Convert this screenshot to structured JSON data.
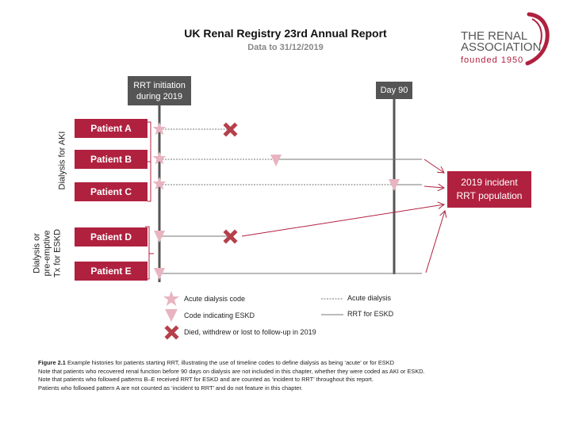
{
  "header": {
    "title": "UK Renal Registry 23rd Annual Report",
    "subtitle": "Data to 31/12/2019"
  },
  "logo": {
    "line1": "THE RENAL",
    "line2": "ASSOCIATION",
    "line3": "founded 1950",
    "color": "#b0213f"
  },
  "timeline": {
    "initiation_label_line1": "RRT initiation",
    "initiation_label_line2": "during 2019",
    "day90_label": "Day 90"
  },
  "groups": {
    "aki": "Dialysis for AKI",
    "eskd_line1": "Dialysis or",
    "eskd_line2": "pre-emptive",
    "eskd_line3": "Tx for ESKD"
  },
  "patients": [
    "Patient A",
    "Patient B",
    "Patient C",
    "Patient D",
    "Patient E"
  ],
  "incident_box": {
    "line1": "2019 incident",
    "line2": "RRT population"
  },
  "legend": {
    "star": "Acute dialysis code",
    "triangle": "Code indicating ESKD",
    "cross": "Died, withdrew or lost to follow-up in 2019",
    "dashed": "Acute dialysis",
    "solid": "RRT for ESKD"
  },
  "caption": {
    "figure_label": "Figure 2.1",
    "figure_text": " Example histories for patients starting RRT, illustrating the use of timeline codes to define dialysis as being ‘acute’ or for ESKD",
    "note1": "Note that patients who recovered renal function before 90 days on dialysis are not included in this chapter, whether they were coded as AKI or ESKD.",
    "note2": "Note that patients who followed patterns B–E received RRT for ESKD and are counted as ‘incident to RRT’ throughout this report.",
    "note3": "Patients who followed pattern A are not counted as ‘incident to RRT’ and do not feature in this chapter."
  },
  "colors": {
    "brand": "#b0213f",
    "marker": "#e8b4c0",
    "cross": "#b5404a",
    "header_box": "#555555"
  }
}
